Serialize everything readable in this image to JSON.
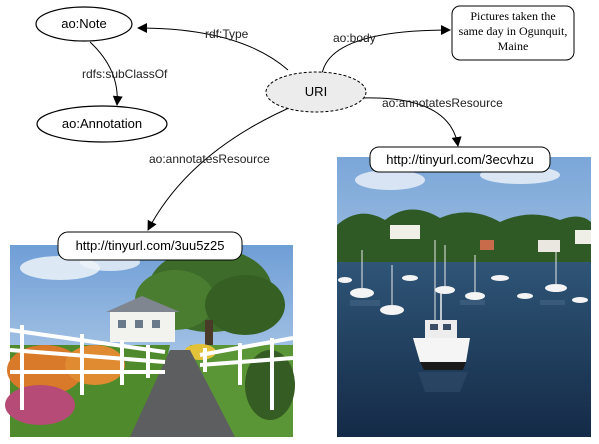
{
  "nodes": {
    "note": "ao:Note",
    "annotation": "ao:Annotation",
    "uri": "URI",
    "body_lines": [
      "Pictures taken the",
      "same day in Ogunquit,",
      "Maine"
    ],
    "url_left": "http://tinyurl.com/3uu5z25",
    "url_right": "http://tinyurl.com/3ecvhzu"
  },
  "edges": {
    "rdf_type": "rdf:Type",
    "subclass": "rdfs:subClassOf",
    "body": "ao:body",
    "annotates_right": "ao:annotatesResource",
    "annotates_left": "ao:annotatesResource"
  },
  "colors": {
    "node_fill": "#ffffff",
    "uri_fill": "#ececec",
    "stroke": "#000000",
    "sky": "#8fb7e0",
    "grass": "#5f9a3a",
    "water": "#203e63"
  }
}
